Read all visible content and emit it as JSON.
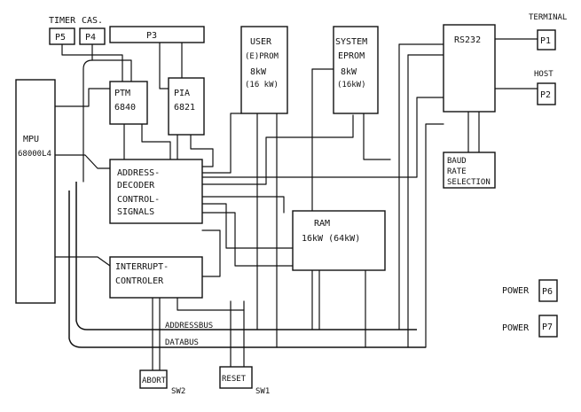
{
  "blocks": {
    "mpu": {
      "line1": "MPU",
      "line2": "68000L4"
    },
    "ptm": {
      "line1": "PTM",
      "line2": "6840"
    },
    "pia": {
      "line1": "PIA",
      "line2": "6821"
    },
    "p3": {
      "label": "P3"
    },
    "p5": {
      "label": "P5",
      "caption": "TIMER"
    },
    "p4": {
      "label": "P4",
      "caption": "CAS."
    },
    "user_eprom": {
      "line1": "USER",
      "line2": "(E)PROM",
      "line3": "8kW",
      "line4": "(16 kW)"
    },
    "system_eprom": {
      "line1": "SYSTEM",
      "line2": "EPROM",
      "line3": "8kW",
      "line4": "(16kW)"
    },
    "rs232": {
      "label": "RS232"
    },
    "p1": {
      "label": "P1",
      "caption": "TERMINAL"
    },
    "p2": {
      "label": "P2",
      "caption": "HOST"
    },
    "baud": {
      "line1": "BAUD",
      "line2": "RATE",
      "line3": "SELECTION"
    },
    "decoder": {
      "line1": "ADDRESS-",
      "line2": "DECODER",
      "line3": "CONTROL-",
      "line4": "SIGNALS"
    },
    "ram": {
      "line1": "RAM",
      "line2": "16kW (64kW)"
    },
    "interrupt": {
      "line1": "INTERRUPT-",
      "line2": "CONTROLER"
    },
    "abort": {
      "label": "ABORT",
      "caption": "SW2"
    },
    "reset": {
      "label": "RESET",
      "caption": "SW1"
    },
    "p6": {
      "label": "P6",
      "caption": "POWER"
    },
    "p7": {
      "label": "P7",
      "caption": "POWER"
    }
  },
  "buses": {
    "address": "ADDRESSBUS",
    "data": "DATABUS"
  }
}
